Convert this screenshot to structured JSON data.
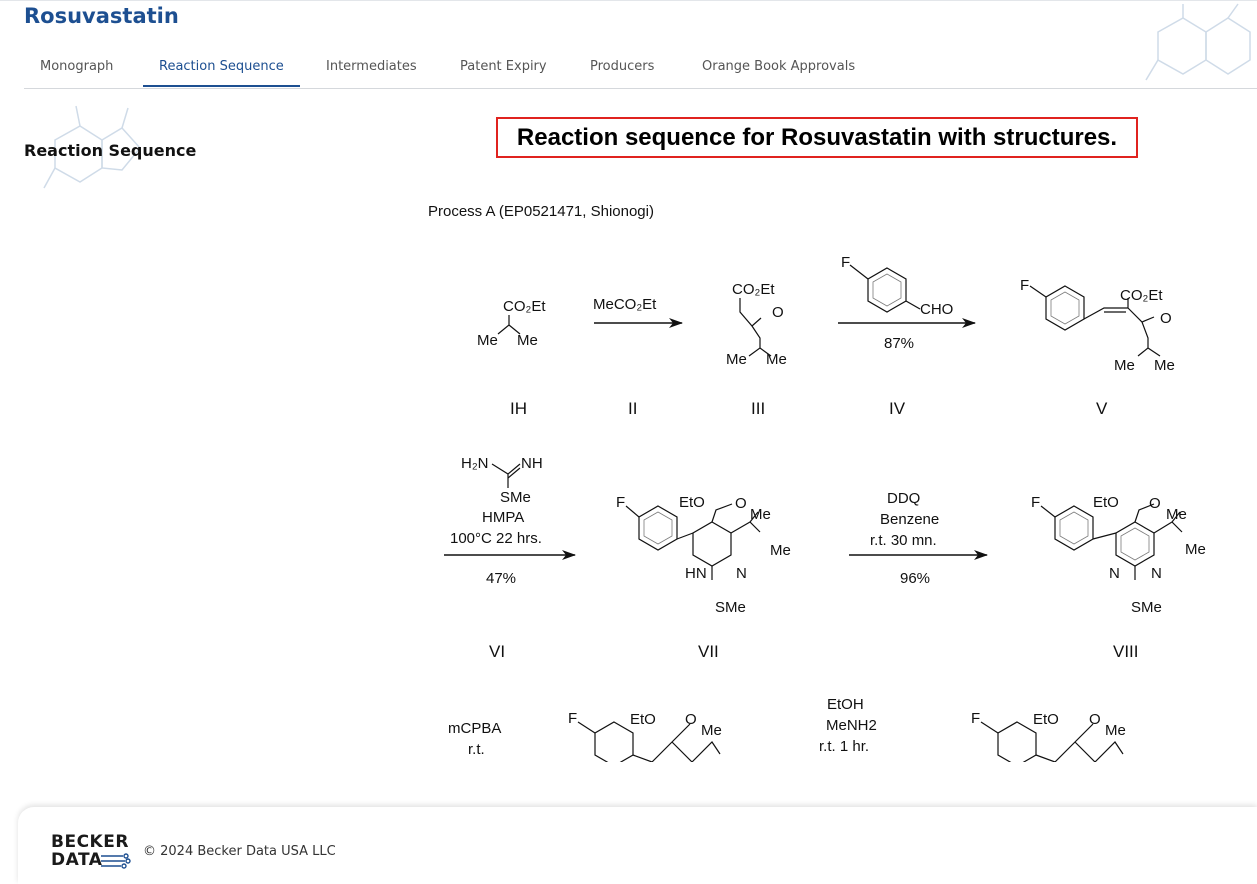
{
  "page": {
    "title": "Rosuvastatin"
  },
  "tabs": [
    {
      "label": "Monograph"
    },
    {
      "label": "Reaction Sequence",
      "active": true
    },
    {
      "label": "Intermediates"
    },
    {
      "label": "Patent Expiry"
    },
    {
      "label": "Producers"
    },
    {
      "label": "Orange Book Approvals"
    }
  ],
  "section": {
    "label": "Reaction Sequence"
  },
  "figure": {
    "caption": "Reaction sequence for Rosuvastatin with structures.",
    "process_title": "Process A (EP0521471, Shionogi)",
    "steps": {
      "s1_reagent": "MeCO₂Et",
      "s2_reagent_cho": "CHO",
      "s2_yield": "87%",
      "s3_reagents": [
        "HMPA",
        "100°C   22 hrs."
      ],
      "s3_yield": "47%",
      "s4_reagents": [
        "DDQ",
        "Benzene",
        "r.t.   30 mn."
      ],
      "s4_yield": "96%",
      "s5_reagents": [
        "mCPBA",
        "r.t."
      ],
      "s6_reagents": [
        "EtOH",
        "MeNH2",
        "r.t.   1 hr."
      ]
    },
    "compound_labels": {
      "IH": "IH",
      "II": "II",
      "III": "III",
      "IV": "IV",
      "V": "V",
      "VI": "VI",
      "VII": "VII",
      "VIII": "VIII"
    },
    "atoms": {
      "co2et": "CO₂Et",
      "me": "Me",
      "o": "O",
      "f": "F",
      "eto": "EtO",
      "h2n": "H₂N",
      "nh": "NH",
      "sme": "SMe",
      "hn": "HN",
      "n": "N"
    }
  },
  "footer": {
    "logo_line1": "BECKER",
    "logo_line2": "DATA",
    "copyright": "© 2024 Becker Data USA LLC"
  },
  "colors": {
    "brand": "#1d4f91",
    "caption_border": "#e0231f"
  }
}
